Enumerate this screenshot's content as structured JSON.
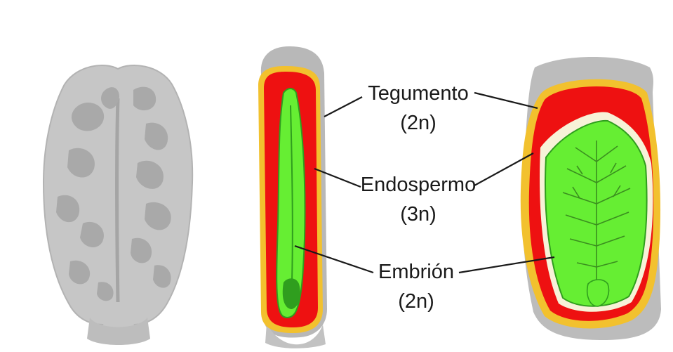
{
  "labels": [
    {
      "name": "Tegumento",
      "ploidy": "(2n)"
    },
    {
      "name": "Endospermo",
      "ploidy": "(3n)"
    },
    {
      "name": "Embrión",
      "ploidy": "(2n)"
    }
  ],
  "colors": {
    "seed_coat_gray": "#b5b5b5",
    "seed_coat_yellow": "#f2c12e",
    "endosperm_red": "#ee1111",
    "embryo_green": "#66ee33",
    "embryo_dark_green": "#2f9e1e",
    "cream": "#f7f2d8",
    "leader_line": "#1a1a1a"
  }
}
